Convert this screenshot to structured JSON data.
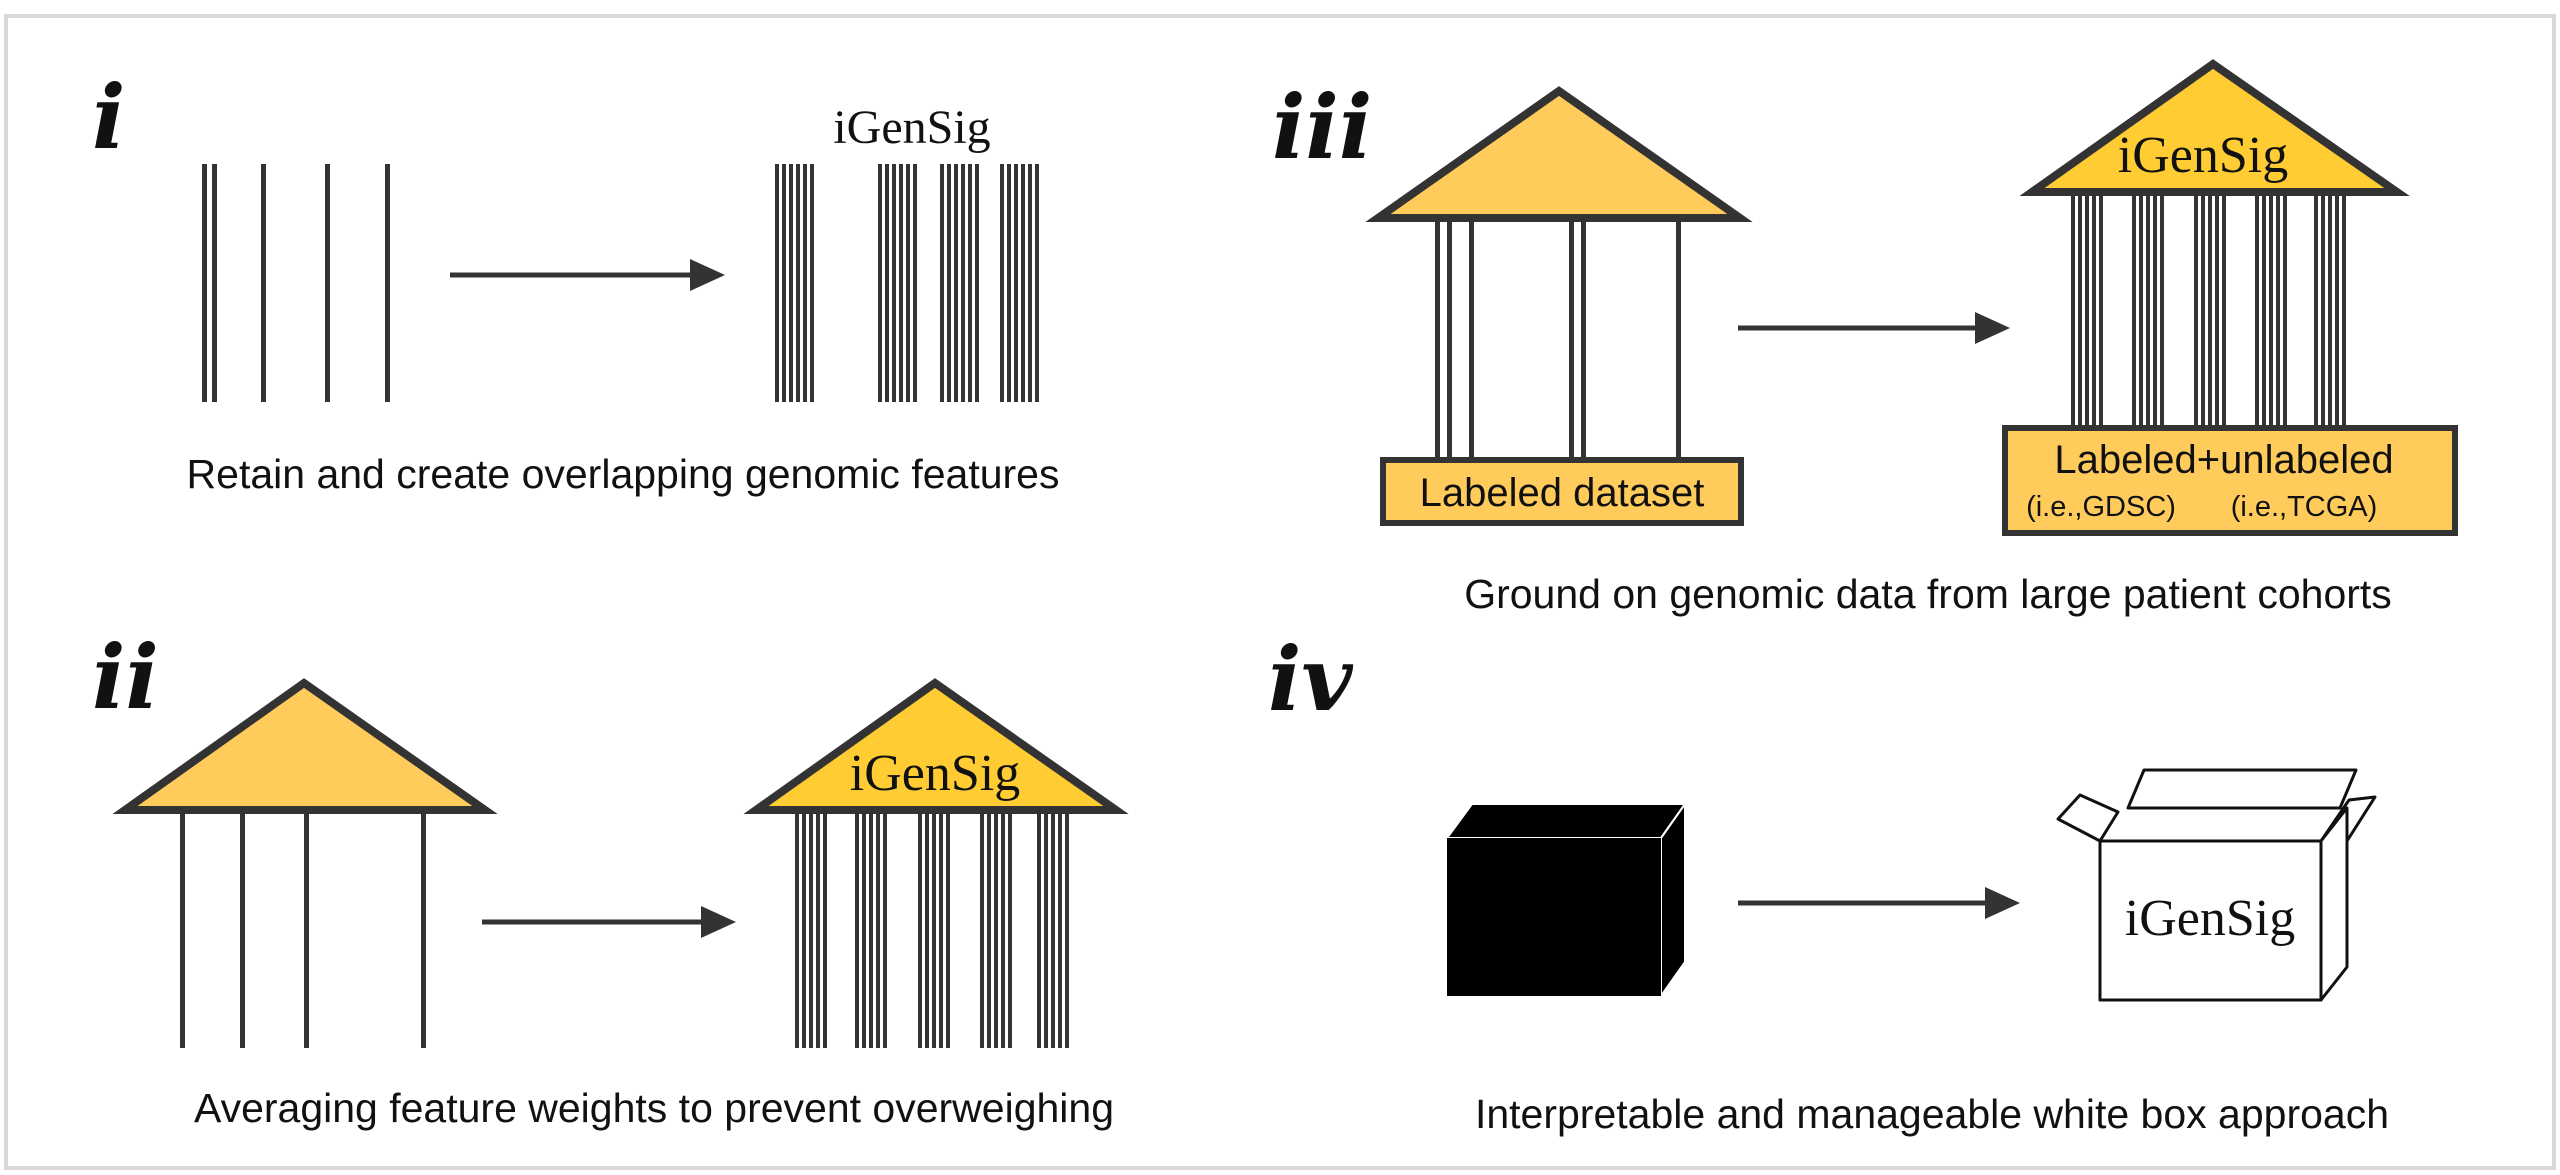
{
  "colors": {
    "roof_fill": "#FFCC5C",
    "roof_fill_strong": "#FFCC33",
    "base_fill": "#FFCC5C",
    "stroke": "#333333",
    "text": "#111111",
    "frame": "#D9D9D9",
    "black_box": "#000000"
  },
  "panels": {
    "i": {
      "numeral": "i",
      "brand": "iGenSig",
      "caption": "Retain and create overlapping genomic features",
      "left_icon": "sparse-barcode-icon",
      "right_icon": "dense-barcode-icon"
    },
    "ii": {
      "numeral": "ii",
      "brand": "iGenSig",
      "caption": "Averaging feature weights to prevent overweighing",
      "left_icon": "sparse-temple-icon",
      "right_icon": "dense-temple-icon"
    },
    "iii": {
      "numeral": "iii",
      "brand": "iGenSig",
      "caption": "Ground on genomic data from large patient cohorts",
      "left_base": "Labeled dataset",
      "right_base": "Labeled+unlabeled",
      "right_base_left_note": "(i.e.,GDSC)",
      "right_base_right_note": "(i.e.,TCGA)",
      "left_icon": "temple-labeled-dataset-icon",
      "right_icon": "temple-labeled-unlabeled-icon"
    },
    "iv": {
      "numeral": "iv",
      "brand": "iGenSig",
      "caption": "Interpretable and manageable white box approach",
      "left_icon": "black-box-icon",
      "right_icon": "open-white-box-icon"
    }
  }
}
